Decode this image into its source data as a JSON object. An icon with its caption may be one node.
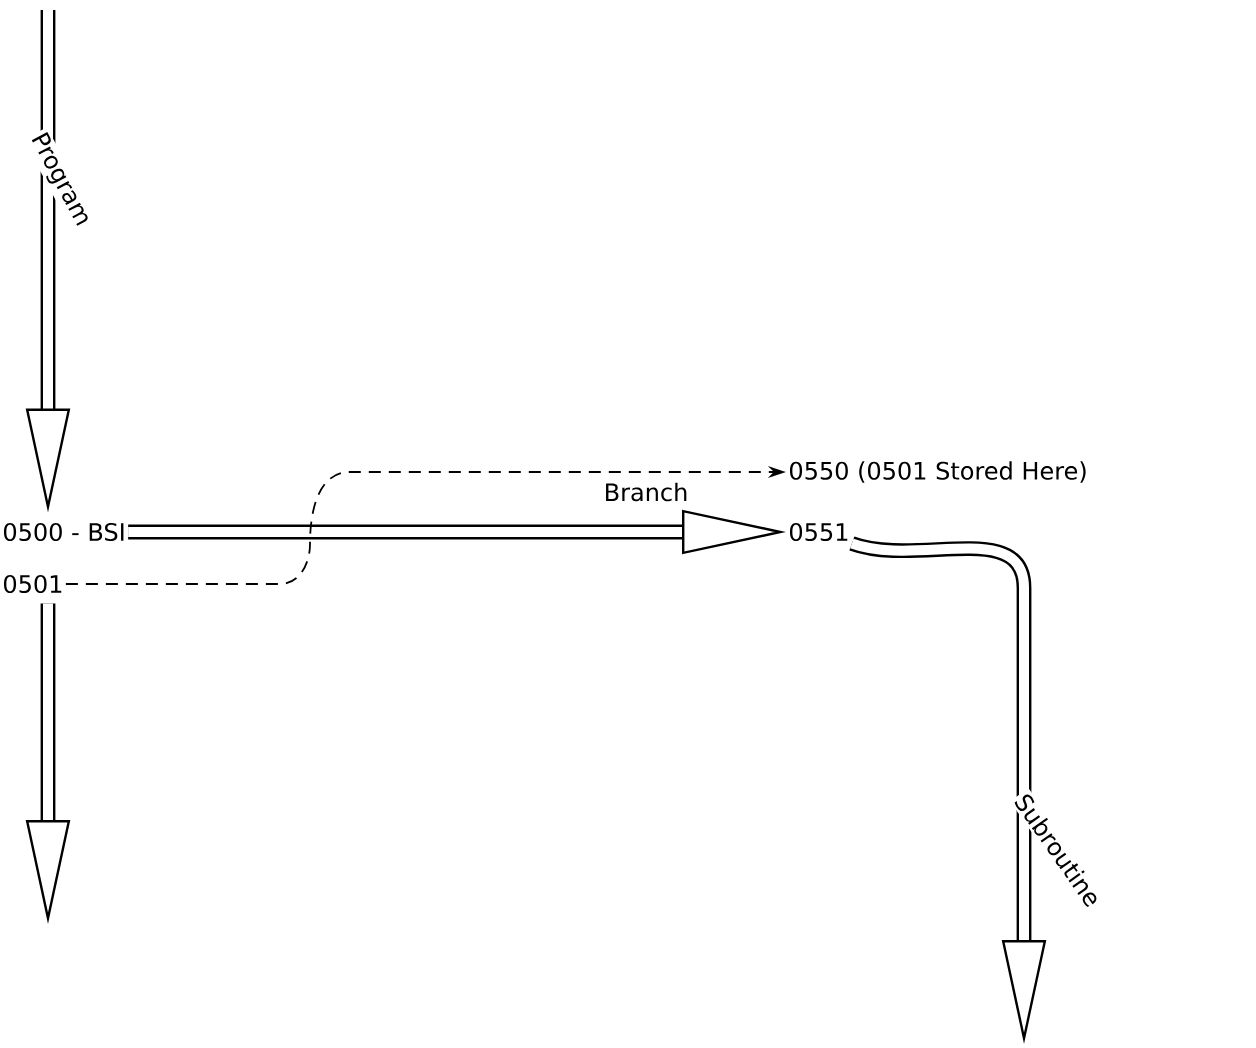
{
  "diagram": {
    "nodes": [
      {
        "text": [
          "0500 - BSI"
        ]
      },
      {
        "text": [
          "0501"
        ]
      },
      {
        "text": [
          "0550 (0501 Stored Here)"
        ]
      },
      {
        "text": [
          "0551"
        ]
      }
    ],
    "edges": [
      {
        "from": null,
        "to": 0,
        "arrow": "to",
        "label": "Program"
      },
      {
        "from": 0,
        "to": 3,
        "arrow": "to",
        "label": "Branch"
      },
      {
        "from": 1,
        "to": 2,
        "arrow": "to",
        "style": "dashed"
      },
      {
        "from": 1,
        "to": null,
        "arrow": "to"
      },
      {
        "from": 3,
        "to": null,
        "arrow": "to",
        "label": "Subroutine"
      }
    ]
  }
}
